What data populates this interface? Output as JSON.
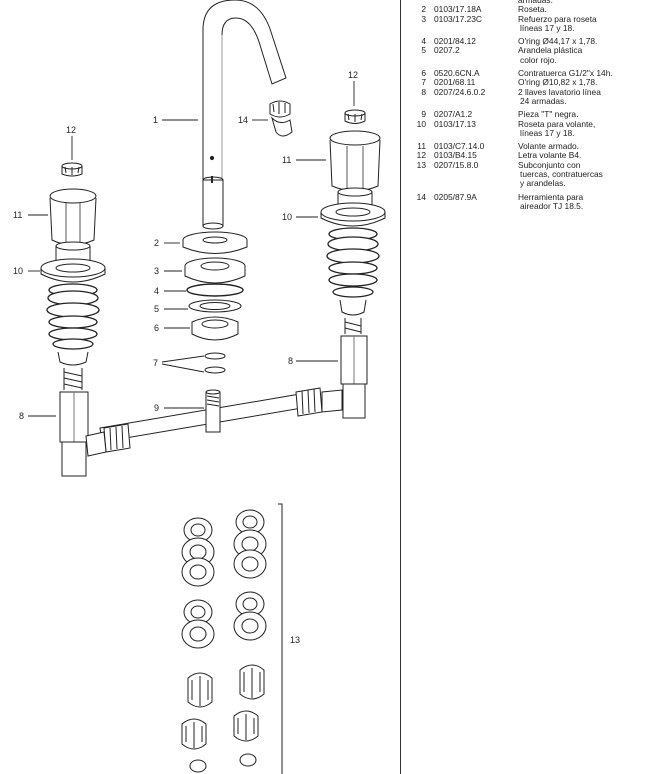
{
  "parts": [
    {
      "num": "",
      "code": "",
      "desc": [
        "armadas."
      ]
    },
    {
      "num": "2",
      "code": "0103/17.18A",
      "desc": [
        "Roseta."
      ]
    },
    {
      "num": "3",
      "code": "0103/17.23C",
      "desc": [
        "Refuerzo para roseta",
        "líneas 17 y 18."
      ]
    },
    {
      "num": "4",
      "code": "0201/84.12",
      "desc": [
        "O'ring Ø44,17 x 1,78."
      ]
    },
    {
      "num": "5",
      "code": "0207.2",
      "desc": [
        "Arandela plástica",
        "color rojo."
      ]
    },
    {
      "num": "6",
      "code": "0520.6CN.A",
      "desc": [
        "Contratuerca G1/2\"x 14h."
      ]
    },
    {
      "num": "7",
      "code": "0201/68.11",
      "desc": [
        "O'ring Ø10,82 x 1,78."
      ]
    },
    {
      "num": "8",
      "code": "0207/24.6.0.2",
      "desc": [
        "2 llaves lavatorio línea",
        "24 armadas."
      ]
    },
    {
      "num": "9",
      "code": "0207/A1.2",
      "desc": [
        "Pieza \"T\" negra."
      ]
    },
    {
      "num": "10",
      "code": "0103/17.13",
      "desc": [
        "Roseta para volante,",
        "líneas 17 y 18."
      ]
    },
    {
      "num": "11",
      "code": "0103/C7.14.0",
      "desc": [
        "Volante armado."
      ]
    },
    {
      "num": "12",
      "code": "0103/B4.15",
      "desc": [
        "Letra volante B4."
      ]
    },
    {
      "num": "13",
      "code": "0207/15.8.0",
      "desc": [
        "Subconjunto con",
        "tuercas, contratuercas",
        "y arandelas."
      ]
    },
    {
      "num": "14",
      "code": "0205/87.9A",
      "desc": [
        "Herramienta para",
        "aireador TJ 18.5."
      ]
    }
  ],
  "callouts": {
    "c1": "1",
    "c2": "2",
    "c3": "3",
    "c4": "4",
    "c5": "5",
    "c6": "6",
    "c7": "7",
    "c8a": "8",
    "c8b": "8",
    "c9": "9",
    "c10a": "10",
    "c10b": "10",
    "c11a": "11",
    "c11b": "11",
    "c12a": "12",
    "c12b": "12",
    "c13": "13",
    "c14": "14"
  }
}
